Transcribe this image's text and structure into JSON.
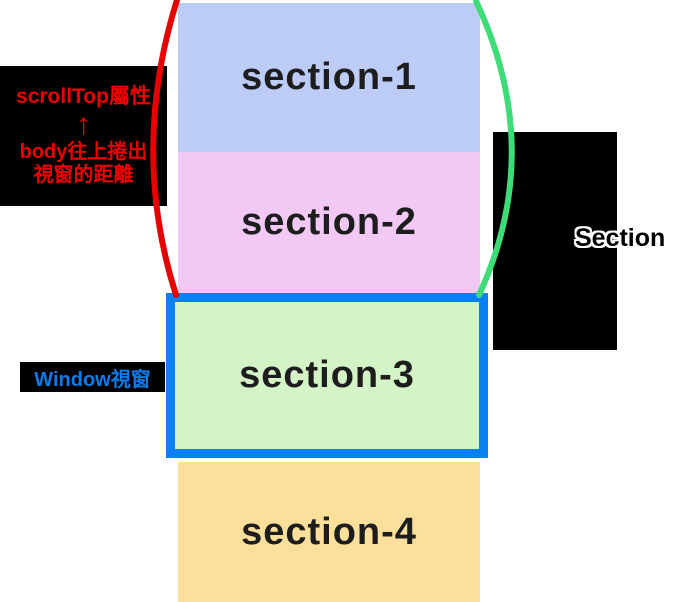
{
  "sections": [
    {
      "label": "section-1",
      "bg": "#bdcbf7"
    },
    {
      "label": "section-2",
      "bg": "#f2c9f5"
    },
    {
      "label": "section-3",
      "bg": "#d4f3c6"
    },
    {
      "label": "section-4",
      "bg": "#fbdf9a"
    }
  ],
  "scrolltop_label": {
    "line1": "scrollTop屬性",
    "arrow": "↑",
    "line2": "body往上捲出",
    "line3": "視窗的距離",
    "text_color": "#ee0000",
    "bg": "#000000"
  },
  "window_label": {
    "text": "Window視窗",
    "text_color": "#0b7ce8",
    "bg": "#000000"
  },
  "right_label": {
    "text": "Section",
    "text_color": "#000000",
    "bg": "#000000"
  },
  "annotations": {
    "left_brace_color": "#e80000",
    "right_brace_color": "#3edc78",
    "window_border_color": "#0a80f2"
  }
}
